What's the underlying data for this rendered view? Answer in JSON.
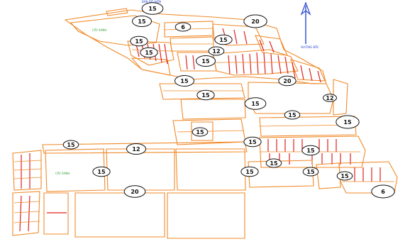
{
  "map": {
    "top_label": "BÁN ĐỒ HIỆN",
    "north_label": "HƯỚNG BẮC",
    "road_labels": [
      {
        "id": "r1",
        "text": "15"
      },
      {
        "id": "r2",
        "text": "15"
      },
      {
        "id": "r3",
        "text": "20"
      },
      {
        "id": "r4",
        "text": "6"
      },
      {
        "id": "r5",
        "text": "15"
      },
      {
        "id": "r6",
        "text": "15"
      },
      {
        "id": "r7",
        "text": "15"
      },
      {
        "id": "r8",
        "text": "12"
      },
      {
        "id": "r9",
        "text": "15"
      },
      {
        "id": "r10",
        "text": "15"
      },
      {
        "id": "r11",
        "text": "15"
      },
      {
        "id": "r12",
        "text": "20"
      },
      {
        "id": "r13",
        "text": "15"
      },
      {
        "id": "r14",
        "text": "12"
      },
      {
        "id": "r15",
        "text": "15"
      },
      {
        "id": "r16",
        "text": "15"
      },
      {
        "id": "r17",
        "text": "15"
      },
      {
        "id": "r18",
        "text": "15"
      },
      {
        "id": "r19",
        "text": "15"
      },
      {
        "id": "r20",
        "text": "12"
      },
      {
        "id": "r21",
        "text": "15"
      },
      {
        "id": "r22",
        "text": "15"
      },
      {
        "id": "r23",
        "text": "15"
      },
      {
        "id": "r24",
        "text": "15"
      }
    ],
    "area_labels": [
      {
        "id": "a1",
        "text": "CÂY XANH"
      },
      {
        "id": "a2",
        "text": "CÂY XANH"
      }
    ],
    "colors": {
      "lot": "#f08a2a",
      "divider": "#e02020",
      "text": "#22b8c8",
      "arrow": "#2a4ad0"
    }
  }
}
